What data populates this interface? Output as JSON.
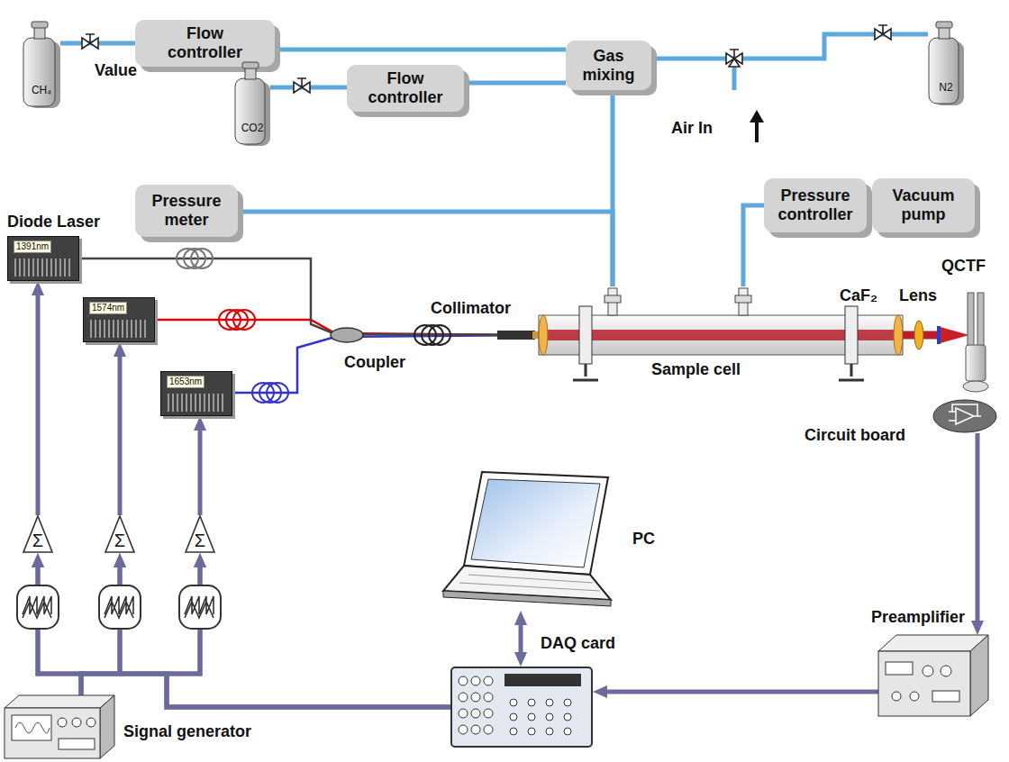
{
  "diagram": {
    "nodes": [
      {
        "text": [
          "CH₄"
        ]
      },
      {
        "text": [
          "Flow controller"
        ]
      },
      {
        "text": [
          "Gas mixing"
        ]
      },
      {
        "text": [
          "N2"
        ]
      },
      {
        "text": [
          "CO2"
        ]
      },
      {
        "text": [
          "Flow controller"
        ]
      },
      {
        "text": [
          "Pressure meter"
        ]
      },
      {
        "text": [
          "Pressure controller"
        ]
      },
      {
        "text": [
          "Vacuum pump"
        ]
      },
      {
        "text": [
          "1391nm"
        ]
      },
      {
        "text": [
          "1574nm"
        ]
      },
      {
        "text": [
          "1653nm"
        ]
      },
      {
        "text": [
          "Sample cell"
        ]
      },
      {
        "text": [
          "QCTF"
        ]
      },
      {
        "text": [
          "Circuit board"
        ]
      },
      {
        "text": [
          "Σ"
        ]
      },
      {
        "text": [
          "Σ"
        ]
      },
      {
        "text": [
          "Σ"
        ]
      },
      {
        "text": [
          "PC"
        ]
      },
      {
        "text": [
          "Preamplifier"
        ]
      },
      {
        "text": [
          "Signal generator"
        ]
      },
      {
        "text": [
          "DAQ card"
        ]
      }
    ],
    "edges": [
      {
        "from": 0,
        "to": 1,
        "arrow": "none"
      },
      {
        "from": 4,
        "to": 5,
        "arrow": "none"
      },
      {
        "from": 1,
        "to": 2,
        "arrow": "none"
      },
      {
        "from": 5,
        "to": 2,
        "arrow": "none"
      },
      {
        "from": 3,
        "to": 2,
        "arrow": "none"
      },
      {
        "from": 2,
        "to": 12,
        "arrow": "none"
      },
      {
        "from": 6,
        "to": 12,
        "arrow": "none"
      },
      {
        "from": 12,
        "to": 7,
        "arrow": "none"
      },
      {
        "from": 7,
        "to": 8,
        "arrow": "none"
      },
      {
        "from": 11,
        "to": 12,
        "arrow": "none"
      },
      {
        "from": 10,
        "to": 12,
        "arrow": "none"
      },
      {
        "from": 9,
        "to": 12,
        "arrow": "none"
      },
      {
        "from": 12,
        "to": 13,
        "arrow": "none"
      },
      {
        "from": 14,
        "to": 19,
        "arrow": "to"
      },
      {
        "from": 19,
        "to": 21,
        "arrow": "to"
      },
      {
        "from": 21,
        "to": 18,
        "arrow": "both"
      },
      {
        "from": 21,
        "to": 15,
        "arrow": "to"
      },
      {
        "from": 21,
        "to": 16,
        "arrow": "to"
      },
      {
        "from": 21,
        "to": 17,
        "arrow": "to"
      },
      {
        "from": 20,
        "to": 15,
        "arrow": "to"
      },
      {
        "from": 20,
        "to": 16,
        "arrow": "to"
      },
      {
        "from": 20,
        "to": 17,
        "arrow": "to"
      },
      {
        "from": 15,
        "to": 9,
        "arrow": "to"
      },
      {
        "from": 16,
        "to": 10,
        "arrow": "to"
      },
      {
        "from": 17,
        "to": 11,
        "arrow": "to"
      }
    ],
    "labels": [
      "Value",
      "Diode Laser",
      "Air In",
      "Coupler",
      "Collimator",
      "CaF₂",
      "Lens"
    ]
  }
}
